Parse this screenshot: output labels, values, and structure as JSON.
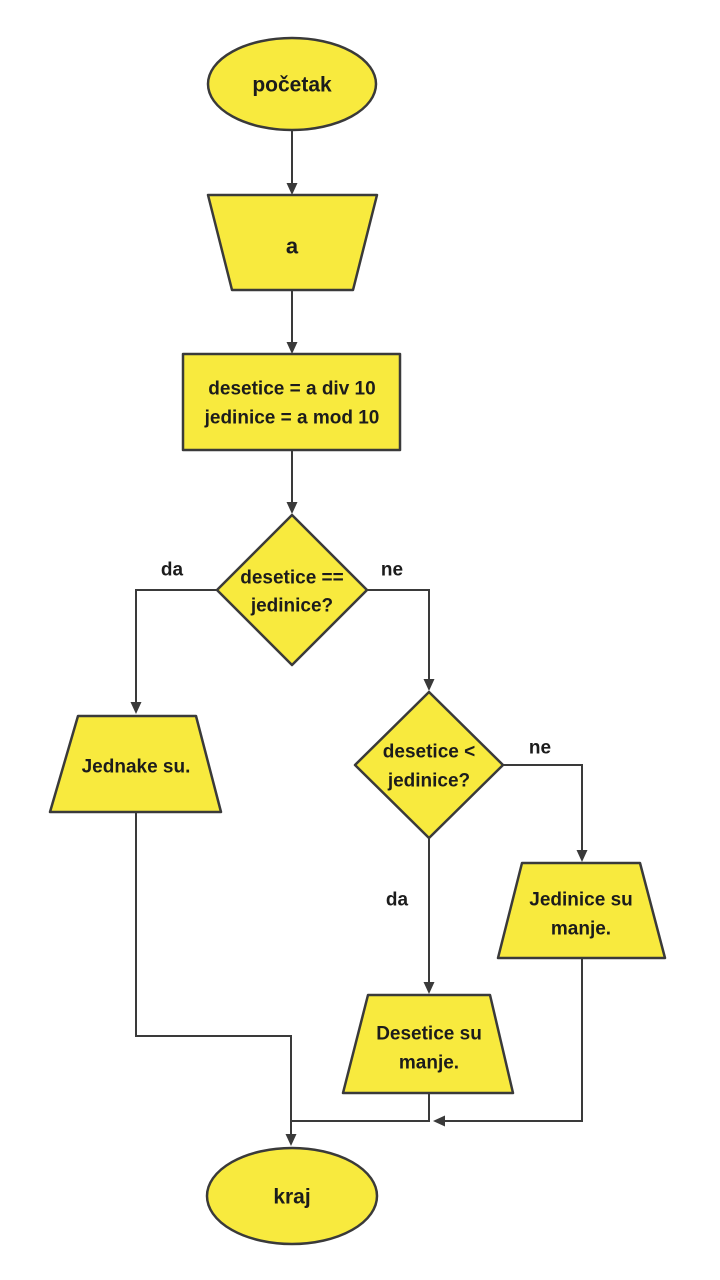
{
  "theme": {
    "background": "#FFFFFF",
    "shape_fill": "#F8EA3E",
    "stroke": "#3A3A3A",
    "text": "#1C1C1C"
  },
  "flowchart": {
    "start": {
      "label": "početak"
    },
    "input": {
      "label": "a"
    },
    "process": {
      "line1": "desetice = a div 10",
      "line2": "jedinice = a mod 10"
    },
    "decision1": {
      "line1": "desetice ==",
      "line2": "jedinice?",
      "yes_label": "da",
      "no_label": "ne"
    },
    "output_equal": {
      "label": "Jednake su."
    },
    "decision2": {
      "line1": "desetice <",
      "line2": "jedinice?",
      "yes_label": "da",
      "no_label": "ne"
    },
    "output_units_smaller": {
      "line1": "Jedinice su",
      "line2": "manje."
    },
    "output_tens_smaller": {
      "line1": "Desetice su",
      "line2": "manje."
    },
    "end": {
      "label": "kraj"
    }
  }
}
